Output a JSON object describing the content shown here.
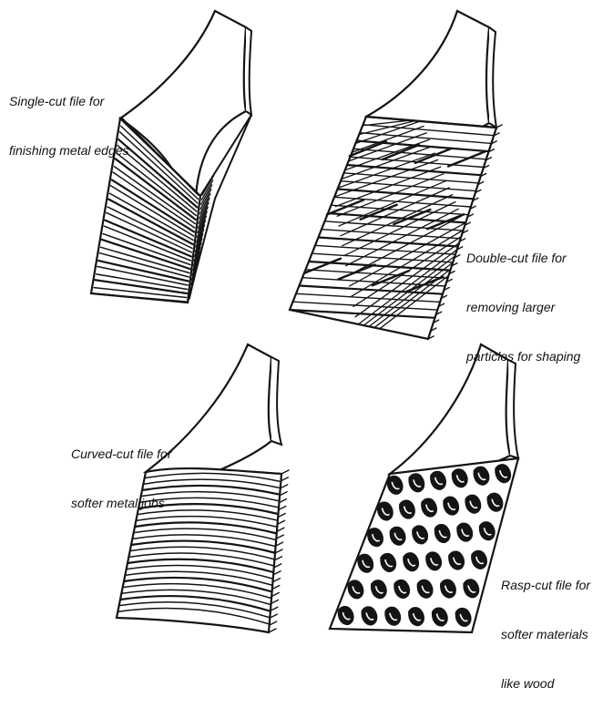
{
  "figure": {
    "files": [
      {
        "id": "single-cut",
        "caption_lines": [
          "Single-cut file for",
          "finishing metal edges"
        ]
      },
      {
        "id": "double-cut",
        "caption_lines": [
          "Double-cut file for",
          "removing larger",
          "particles for shaping"
        ]
      },
      {
        "id": "curved-cut",
        "caption_lines": [
          "Curved-cut file for",
          "softer metal jobs"
        ]
      },
      {
        "id": "rasp-cut",
        "caption_lines": [
          "Rasp-cut file for",
          "softer materials",
          "like wood"
        ]
      }
    ]
  },
  "colors": {
    "ink": "#141414",
    "paper": "#ffffff"
  }
}
